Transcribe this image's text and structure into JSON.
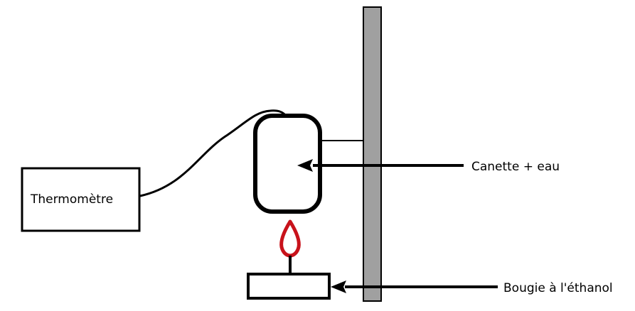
{
  "labels": {
    "thermometer": "Thermomètre",
    "can_water": "Canette + eau",
    "candle": "Bougie à l'éthanol"
  },
  "colors": {
    "stand": "#a0a0a0",
    "flame": "#c8121b",
    "stroke": "#000000",
    "background": "#ffffff"
  }
}
